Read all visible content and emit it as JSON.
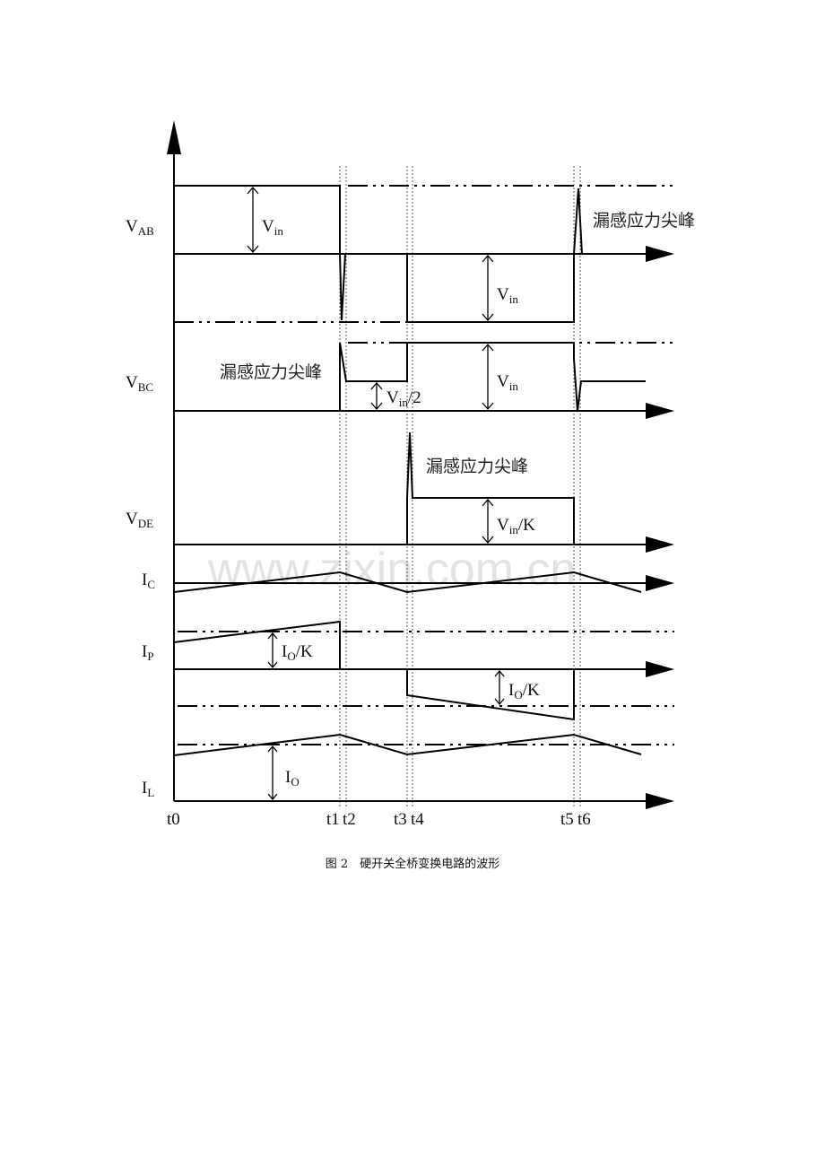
{
  "signals": {
    "vab": {
      "main": "V",
      "sub": "AB"
    },
    "vbc": {
      "main": "V",
      "sub": "BC"
    },
    "vde": {
      "main": "V",
      "sub": "DE"
    },
    "ic": {
      "main": "I",
      "sub": "C"
    },
    "ip": {
      "main": "I",
      "sub": "P"
    },
    "il": {
      "main": "I",
      "sub": "L"
    }
  },
  "annotations": {
    "vin": {
      "main": "V",
      "sub": "in"
    },
    "vin_half": {
      "main": "V",
      "sub": "in",
      "suffix": "/2"
    },
    "vin_k": {
      "main": "V",
      "sub": "in",
      "suffix": "/K"
    },
    "io_k": {
      "main": "I",
      "sub": "O",
      "suffix": "/K"
    },
    "io": {
      "main": "I",
      "sub": "O"
    },
    "spike": "漏感应力尖峰"
  },
  "time_labels": [
    "t0",
    "t1",
    "t2",
    "t3",
    "t4",
    "t5",
    "t6"
  ],
  "caption": "图 2　硬开关全桥变换电路的波形",
  "watermark": "www.zixin.com.cn"
}
